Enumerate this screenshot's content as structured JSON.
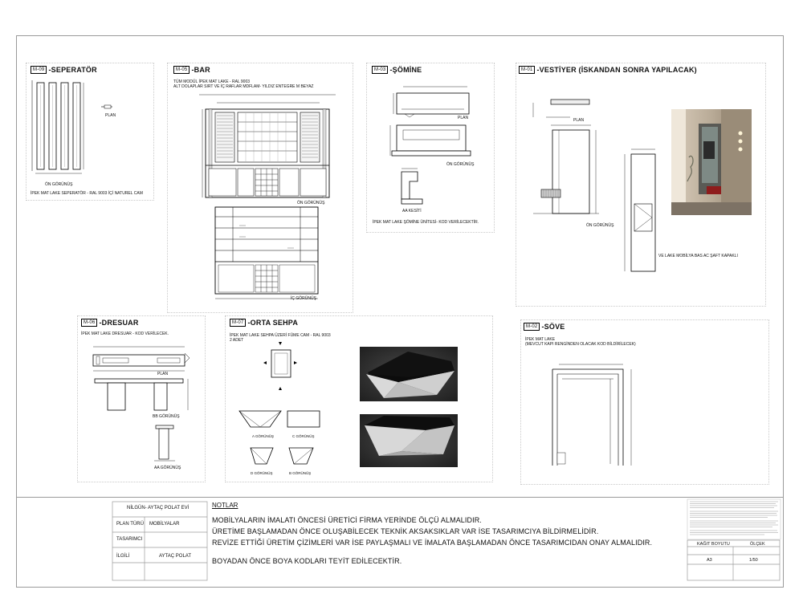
{
  "panels": {
    "seperator": {
      "code": "M-09",
      "title": "-SEPERATÖR",
      "view_front": "ÖN GÖRÜNÜŞ",
      "view_plan": "PLAN",
      "note": "İPEK MAT LAKE SEPERATÖR - RAL 9003 İÇİ NATUREL CAM"
    },
    "bar": {
      "code": "M-05",
      "title": "-BAR",
      "note_1": "TÜM MODÜL İPEK MAT LAKE - RAL 9003",
      "note_2": "ALT DOLAPLAR SIRT VE İÇ RAFLAR MDFLAM- YILDIZ ENTEGRE M BEYAZ",
      "view_front": "ÖN GÖRÜNÜŞ",
      "view_inner": "İÇ GÖRÜNÜŞ"
    },
    "somine": {
      "code": "M-03",
      "title": "-ŞÖMİNE",
      "view_plan": "PLAN",
      "view_front": "ÖN GÖRÜNÜŞ",
      "view_section": "AA KESİTİ",
      "note": "İPEK MAT LAKE ŞÖMİNE ÜNİTESİ- KOD VERİLECEKTİR."
    },
    "vestiyer": {
      "code": "M-01",
      "title": "-VESTİYER (İSKANDAN SONRA YAPILACAK)",
      "view_plan": "PLAN",
      "view_front": "ÖN GÖRÜNÜŞ",
      "note": "VE LAKE MOBİLYA BAS AC ŞAFT KAPAKLI"
    },
    "dresuar": {
      "code": "M-06",
      "title": "-DRESUAR",
      "note": "İPEK MAT LAKE DRESUAR - KOD VERİLECEK.",
      "view_plan": "PLAN",
      "view_bb": "BB GÖRÜNÜŞ",
      "view_aa": "AA GÖRÜNÜŞ"
    },
    "sehpa": {
      "code": "M-07",
      "title": "-ORTA SEHPA",
      "note_1": "İPEK MAT LAKE SEHPA ÜZERİ FÜME CAM - RAL 9003",
      "note_2": "2 ADET",
      "view_a": "A GÖRÜNÜŞ",
      "view_c": "C GÖRÜNÜŞ",
      "view_d": "D GÖRÜNÜŞ",
      "view_b": "B GÖRÜNÜŞ"
    },
    "sove": {
      "code": "M-02",
      "title": "-SÖVE",
      "note_1": "İPEK MAT LAKE",
      "note_2": "(MEVCUT KAPI RENGİNDEN OLACAK KOD BİLDİRİLECEK)"
    }
  },
  "title_block": {
    "project": "NİLGÜN- AYTAÇ POLAT EVİ",
    "plan_type_label": "PLAN TÜRÜ",
    "plan_type_value": "MOBİLYALAR",
    "designer_label": "TASARIMCI",
    "designer_value": "",
    "contact_label": "İLGİLİ",
    "contact_value": "AYTAÇ POLAT",
    "notes_heading": "NOTLAR",
    "notes": [
      "MOBİLYALARIN İMALATI ÖNCESİ ÜRETİCİ FİRMA YERİNDE ÖLÇÜ ALMALIDIR.",
      "ÜRETİME BAŞLAMADAN ÖNCE OLUŞABİLECEK TEKNİK AKSAKSIKLAR VAR İSE TASARIMCIYA BİLDİRMELİDİR.",
      "REVİZE ETTİĞİ ÜRETİM ÇİZİMLERİ VAR İSE PAYLAŞMALI VE  İMALATA BAŞLAMADAN ÖNCE  TASARIMCIDAN ONAY ALMALIDIR.",
      "BOYADAN ÖNCE BOYA KODLARI TEYİT EDİLECEKTİR."
    ],
    "paper_size_label": "KAĞIT BOYUTU",
    "paper_size_value": "A3",
    "scale_label": "ÖLÇEK",
    "scale_value": "1/50"
  }
}
